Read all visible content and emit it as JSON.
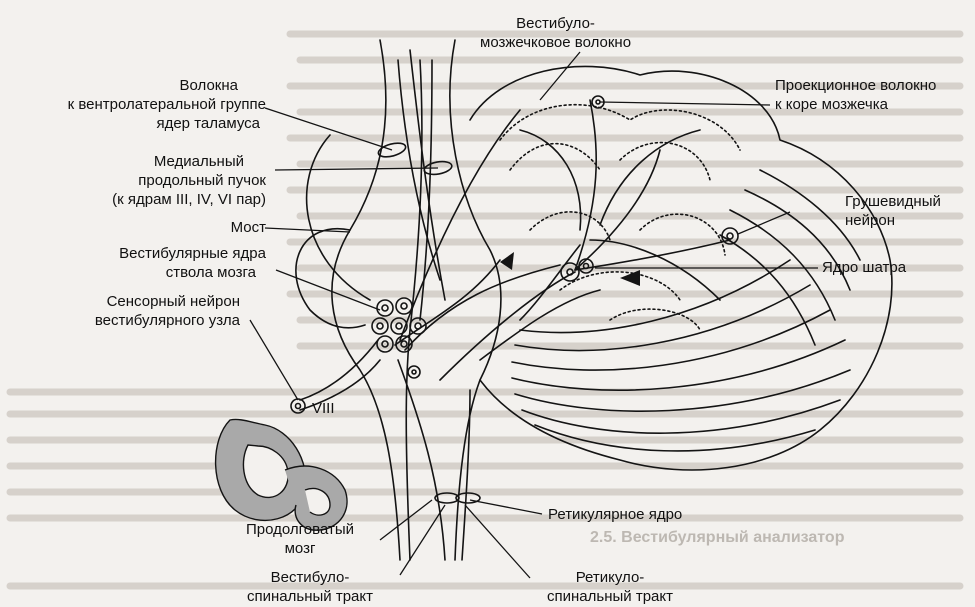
{
  "labels": {
    "vestibulo_cerebellar": [
      "Вестибуло-",
      "мозжечковое волокно"
    ],
    "thalamus_fibers": [
      "Волокна",
      "к вентролатеральной группе",
      "ядер таламуса"
    ],
    "mlf": [
      "Медиальный",
      "продольный пучок",
      "(к ядрам III, IV, VI пар)"
    ],
    "pons": [
      "Мост"
    ],
    "vestibular_nuclei": [
      "Вестибулярные ядра",
      "ствола мозга"
    ],
    "sensory_neuron": [
      "Сенсорный нейрон",
      "вестибулярного узла"
    ],
    "nerve_viii": "VIII",
    "medulla": [
      "Продолговатый",
      "мозг"
    ],
    "vestibulospinal": [
      "Вестибуло-",
      "спинальный тракт"
    ],
    "projection_fiber": [
      "Проекционное волокно",
      "к коре мозжечка"
    ],
    "purkinje": [
      "Грушевидный",
      "нейрон"
    ],
    "fastigial": [
      "Ядро шатра"
    ],
    "reticular_nucleus": [
      "Ретикулярное ядро"
    ],
    "reticulospinal": [
      "Ретикуло-",
      "спинальный тракт"
    ]
  },
  "section_heading": "2.5. Вестибулярный анализатор",
  "colors": {
    "ink": "#141414",
    "paper": "#f3f1ee",
    "labyrinth": "#a9a9a9",
    "faint_text": "#cfcac4"
  }
}
